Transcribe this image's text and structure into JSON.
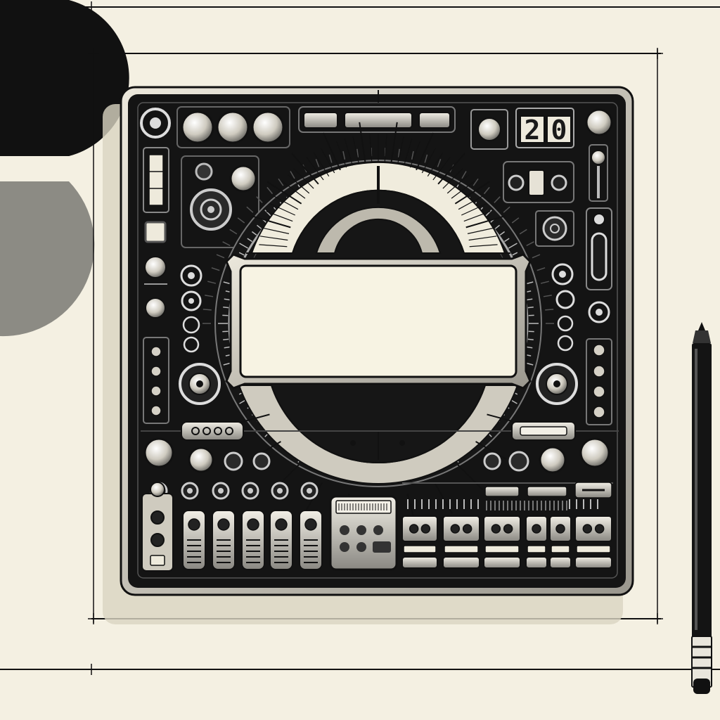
{
  "palette": {
    "paper": "#f4f0e2",
    "panel_body": "#141414",
    "metal_light": "#e8e4d8",
    "metal_mid": "#b9b5aa",
    "metal_dark": "#6b6a66",
    "screen": "#f7f3e3",
    "half_disc_gray": "#8c8b84",
    "ink": "#111111"
  },
  "counter_display": {
    "digit_left": "2",
    "digit_right": "0"
  },
  "main_screen": {
    "text": ""
  },
  "icons": {
    "main_dial": "radial-dial-icon",
    "screen": "blank-display-screen",
    "pencil": "pencil-icon",
    "crosshairs": "registration-mark-icon"
  }
}
